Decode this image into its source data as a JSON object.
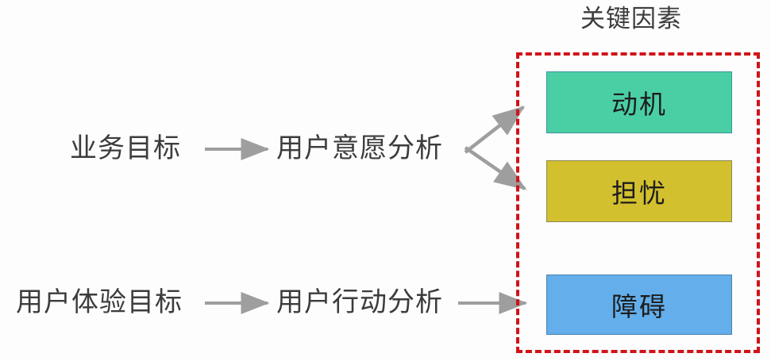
{
  "diagram": {
    "background_color": "#fdfdfd",
    "arrow_color": "#9e9e9e",
    "text_color": "#3c3c3c",
    "flow": {
      "rows": [
        {
          "source_label": "业务目标",
          "process_label": "用户意愿分析"
        },
        {
          "source_label": "用户体验目标",
          "process_label": "用户行动分析"
        }
      ]
    },
    "group": {
      "title": "关键因素",
      "frame_color": "#d01318",
      "frame_style": "dashed",
      "factors": [
        {
          "label": "动机",
          "fill": "#4ACFA4",
          "border": "#3a93a0"
        },
        {
          "label": "担忧",
          "fill": "#D3C02E",
          "border": "#8d8a56"
        },
        {
          "label": "障碍",
          "fill": "#63AEEB",
          "border": "#4b83ad"
        }
      ]
    }
  }
}
